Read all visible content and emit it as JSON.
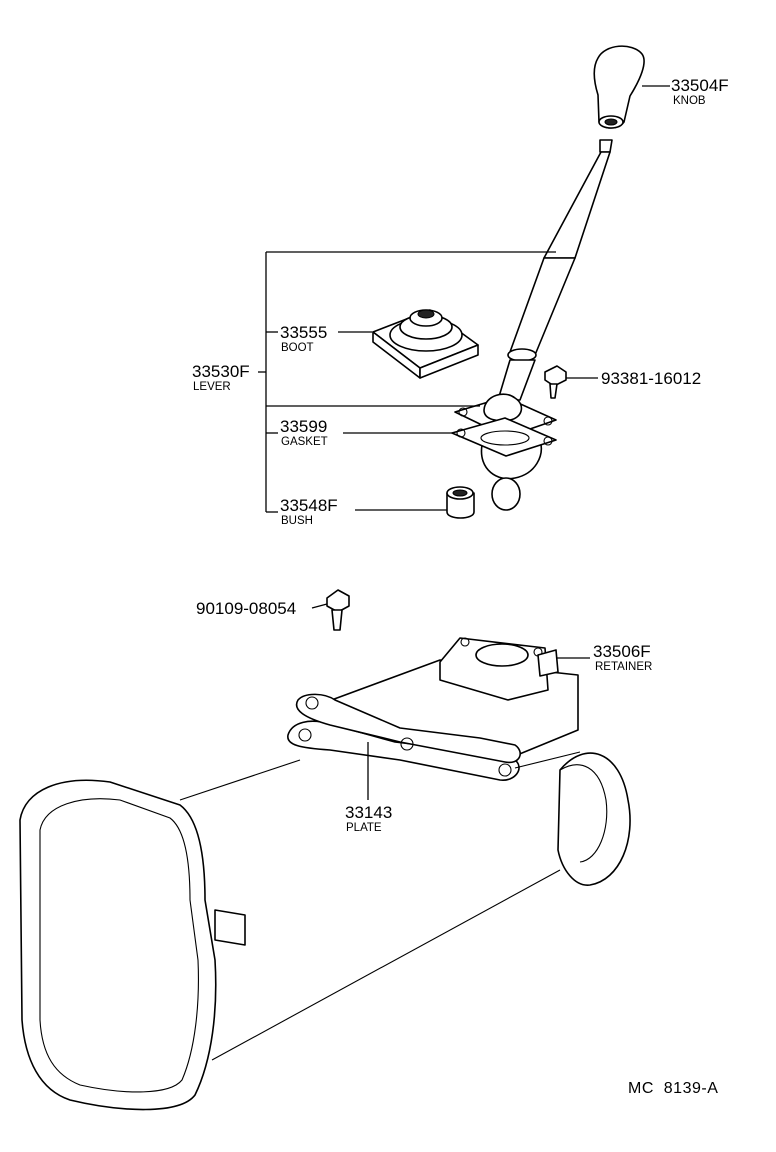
{
  "parts": {
    "knob": {
      "number": "33504F",
      "name": "KNOB"
    },
    "boot": {
      "number": "33555",
      "name": "BOOT"
    },
    "lever": {
      "number": "33530F",
      "name": "LEVER"
    },
    "gasket": {
      "number": "33599",
      "name": "GASKET"
    },
    "bush": {
      "number": "33548F",
      "name": "BUSH"
    },
    "bolt_top": {
      "number": "93381-16012"
    },
    "bolt_mid": {
      "number": "90109-08054"
    },
    "retainer": {
      "number": "33506F",
      "name": "RETAINER"
    },
    "plate": {
      "number": "33143",
      "name": "PLATE"
    }
  },
  "diagram_code": "MC  8139-A"
}
